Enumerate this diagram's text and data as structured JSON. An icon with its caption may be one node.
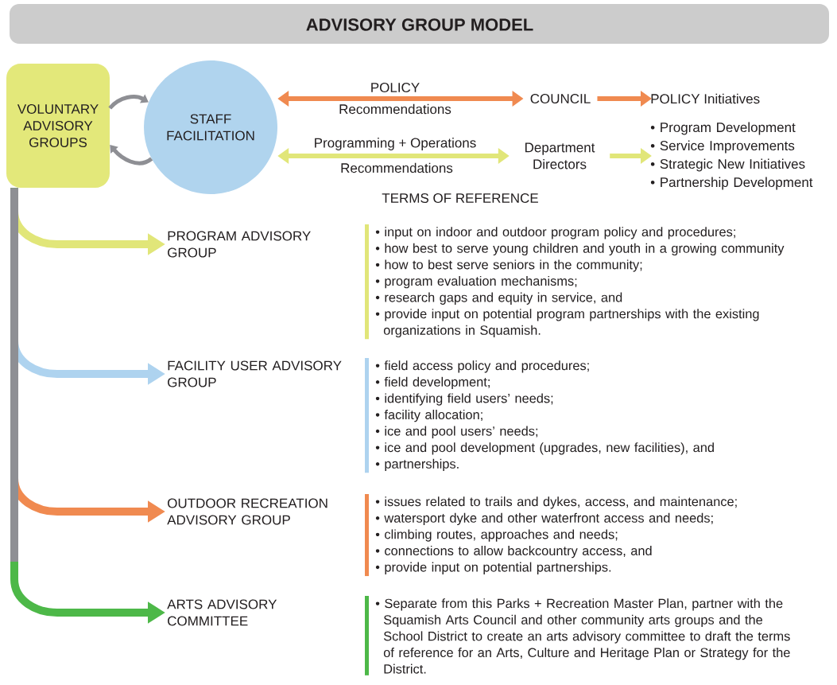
{
  "diagram": {
    "title": "ADVISORY GROUP MODEL",
    "nodes": [
      {
        "text": [
          "VOLUNTARY ADVISORY GROUPS"
        ]
      },
      {
        "text": [
          "STAFF FACILITATION"
        ]
      },
      {
        "text": [
          "COUNCIL"
        ]
      },
      {
        "text": [
          "POLICY Initiatives"
        ]
      },
      {
        "text": [
          "Department Directors"
        ]
      },
      {
        "text": [
          "• Program Development",
          "• Service Improvements",
          "• Strategic New Initiatives",
          "• Partnership Development"
        ]
      },
      {
        "text": [
          "PROGRAM ADVISORY GROUP"
        ],
        "beside": [
          "• input on indoor and outdoor program policy and procedures;",
          "• how best to serve young children and youth in a growing community",
          "• how to best serve seniors in the community;",
          "• program evaluation mechanisms;",
          "• research gaps and equity in service, and",
          "• provide input on potential program partnerships with the existing organizations in Squamish."
        ]
      },
      {
        "text": [
          "FACILITY USER ADVISORY GROUP"
        ],
        "beside": [
          "• field access policy and procedures;",
          "• field development;",
          "• identifying field users’ needs;",
          "• facility allocation;",
          "• ice and pool users’ needs;",
          "• ice and pool development (upgrades, new facilities), and",
          "• partnerships."
        ]
      },
      {
        "text": [
          "OUTDOOR RECREATION ADVISORY GROUP"
        ],
        "beside": [
          "• issues related to trails and dykes, access, and maintenance;",
          "• watersport dyke and other waterfront access and needs;",
          "• climbing routes, approaches and needs;",
          "• connections to allow backcountry access, and",
          "• provide input on potential partnerships."
        ]
      },
      {
        "text": [
          "ARTS ADVISORY COMMITTEE"
        ]
      }
    ],
    "edges": [
      {
        "from": 0,
        "to": 1,
        "arrow": "to",
        "color": "#8e8f94"
      },
      {
        "from": 1,
        "to": 0,
        "arrow": "to",
        "color": "#8e8f94"
      },
      {
        "from": 1,
        "to": 2,
        "arrow": "both",
        "label": "POLICY",
        "color": "#f08a50"
      },
      {
        "from": 2,
        "to": 3,
        "arrow": "to",
        "color": "#f08a50"
      },
      {
        "from": 1,
        "to": 4,
        "arrow": "both",
        "label": "Programming + Operations",
        "color": "#e1e679"
      },
      {
        "from": 4,
        "to": 5,
        "arrow": "to",
        "color": "#e1e679"
      },
      {
        "from": 0,
        "to": 6,
        "arrow": "to",
        "color": "#e1e679"
      },
      {
        "from": 0,
        "to": 7,
        "arrow": "to",
        "color": "#aed3ef"
      },
      {
        "from": 0,
        "to": 8,
        "arrow": "to",
        "color": "#f08a50"
      },
      {
        "from": 0,
        "to": 9,
        "arrow": "to",
        "color": "#4db848"
      }
    ],
    "labels": [
      "Recommendations",
      "Recommendations",
      "TERMS OF REFERENCE",
      "• Separate from this Parks + Recreation Master Plan, partner with the Squamish Arts Council and other community arts groups and the School District to create an arts advisory committee to draft the terms of reference for an Arts, Culture and Heritage Plan or Strategy for the District."
    ]
  }
}
